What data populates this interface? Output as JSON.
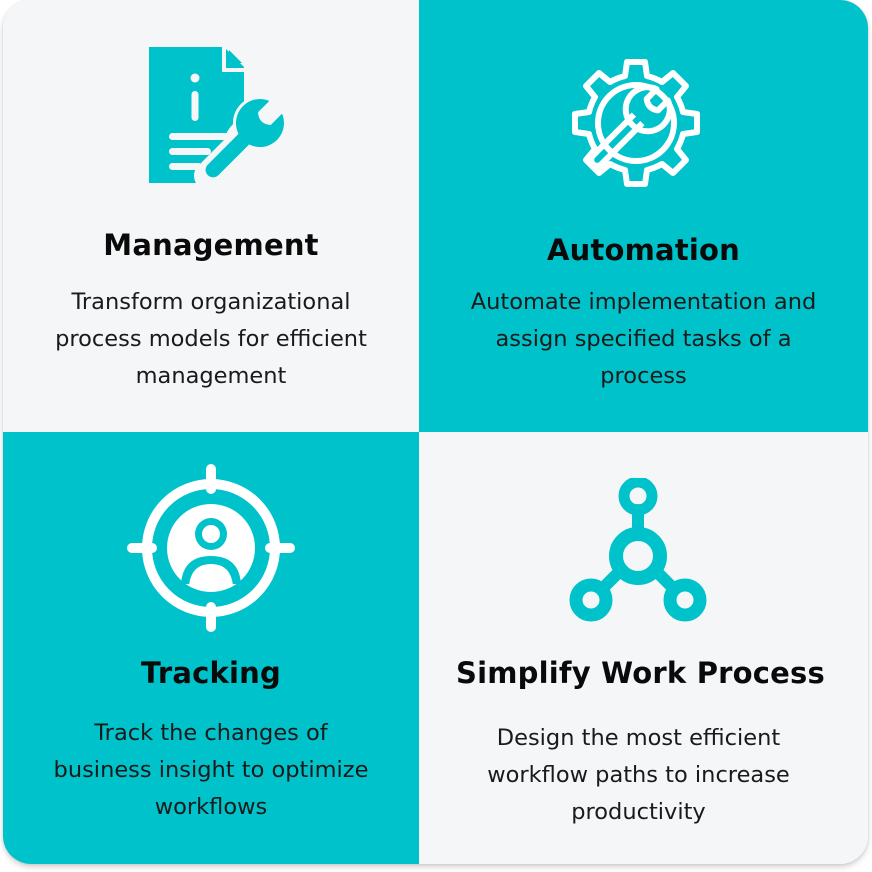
{
  "colors": {
    "accent": "#00c2cb",
    "light_bg": "#f4f6f8",
    "text": "#111111",
    "icon_on_teal": "#ffffff"
  },
  "quadrants": [
    {
      "id": "management",
      "title": "Management",
      "icon": "document-wrench-icon",
      "description_lines": [
        "Transform organizational",
        "process models for efficient",
        "management"
      ]
    },
    {
      "id": "automation",
      "title": "Automation",
      "icon": "gear-wrench-icon",
      "description_lines": [
        "Automate implementation and",
        "assign specified tasks of a",
        "process"
      ]
    },
    {
      "id": "tracking",
      "title": "Tracking",
      "icon": "target-user-icon",
      "description_lines": [
        "Track the changes of",
        "business insight to optimize",
        "workflows"
      ]
    },
    {
      "id": "simplify",
      "title": "Simplify Work Process",
      "icon": "network-nodes-icon",
      "description_lines": [
        "Design the most efficient",
        "workflow paths to increase",
        "productivity"
      ]
    }
  ]
}
